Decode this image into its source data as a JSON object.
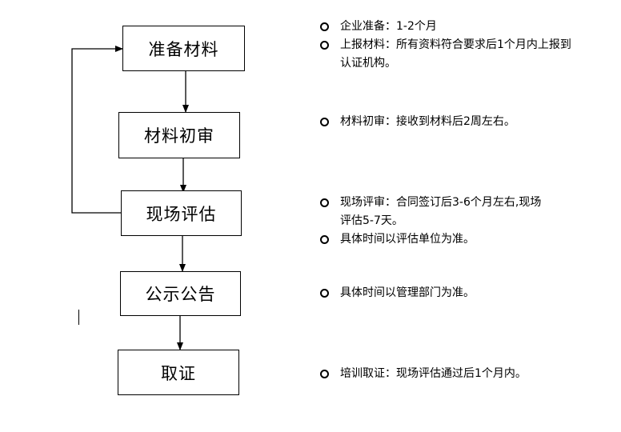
{
  "flow": {
    "nodes": [
      {
        "id": "prepare",
        "label": "准备材料"
      },
      {
        "id": "review",
        "label": "材料初审"
      },
      {
        "id": "assess",
        "label": "现场评估"
      },
      {
        "id": "notice",
        "label": "公示公告"
      },
      {
        "id": "certify",
        "label": "取证"
      }
    ]
  },
  "notes": {
    "prepare": [
      {
        "lines": [
          "企业准备：1-2个月"
        ]
      },
      {
        "lines": [
          "上报材料：所有资料符合要求后1个月内上报到",
          "认证机构。"
        ]
      }
    ],
    "review": [
      {
        "lines": [
          "材料初审：接收到材料后2周左右。"
        ]
      }
    ],
    "assess": [
      {
        "lines": [
          "现场评审：合同签订后3-6个月左右,现场",
          "评估5-7天。"
        ]
      },
      {
        "lines": [
          "具体时间以评估单位为准。"
        ]
      }
    ],
    "notice": [
      {
        "lines": [
          "具体时间以管理部门为准。"
        ]
      }
    ],
    "certify": [
      {
        "lines": [
          "培训取证：现场评估通过后1个月内。"
        ]
      }
    ]
  }
}
